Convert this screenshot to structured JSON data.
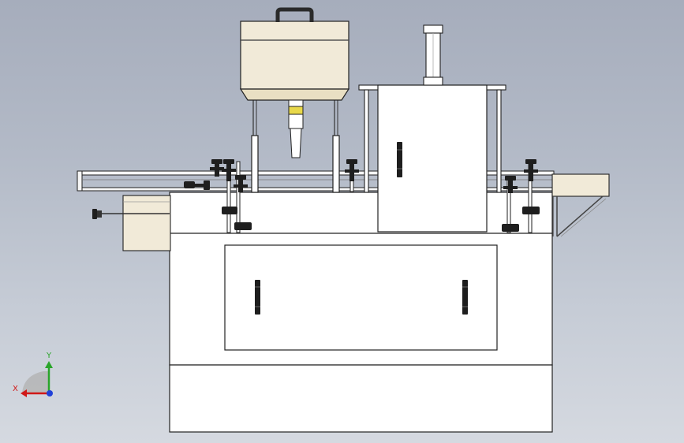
{
  "viewport": {
    "colors": {
      "background_top": "#a6adbc",
      "background_bottom": "#d5d9e0",
      "panel_white": "#ffffff",
      "hopper_beige": "#f1ead8",
      "outline": "#1a1a1a",
      "knob_dark": "#1e1e1e",
      "highlight_yellow": "#e8d84a"
    }
  },
  "triad": {
    "x_label": "X",
    "y_label": "Y",
    "x_color": "#d01818",
    "y_color": "#2aa52a",
    "z_color": "#2040d8"
  },
  "model": {
    "icon": "filling-machine-front-view"
  }
}
